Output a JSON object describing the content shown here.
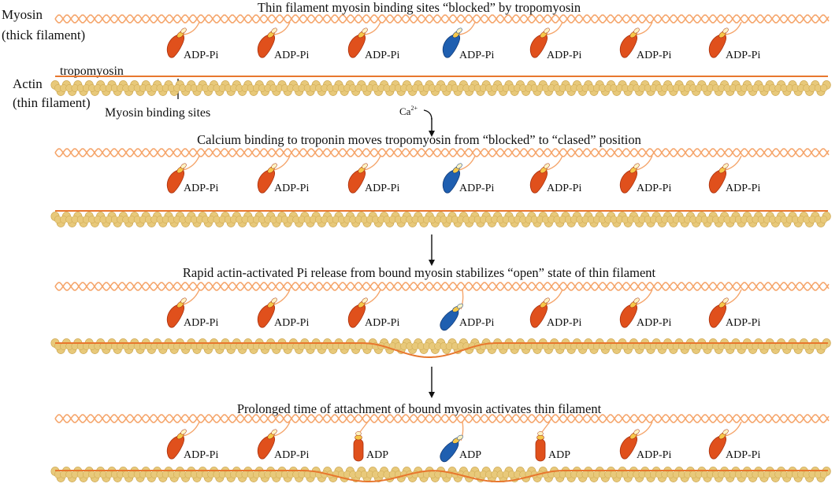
{
  "labels": {
    "myosin": "Myosin",
    "thick_filament": "(thick filament)",
    "actin": "Actin",
    "thin_filament": "(thin filament)",
    "tropomyosin": "tropomyosin",
    "binding_sites": "Myosin binding sites",
    "calcium": "Ca",
    "calcium_charge": "2+"
  },
  "panels": [
    {
      "title": "Thin filament myosin binding sites “blocked” by tropomyosin",
      "heads": [
        {
          "label": "ADP-Pi",
          "highlight": false,
          "state": "cocked"
        },
        {
          "label": "ADP-Pi",
          "highlight": false,
          "state": "cocked"
        },
        {
          "label": "ADP-Pi",
          "highlight": false,
          "state": "cocked"
        },
        {
          "label": "ADP-Pi",
          "highlight": true,
          "state": "cocked"
        },
        {
          "label": "ADP-Pi",
          "highlight": false,
          "state": "cocked"
        },
        {
          "label": "ADP-Pi",
          "highlight": false,
          "state": "cocked"
        },
        {
          "label": "ADP-Pi",
          "highlight": false,
          "state": "cocked"
        }
      ]
    },
    {
      "title": "Calcium binding to troponin moves tropomyosin from “blocked” to “clased” position",
      "heads": [
        {
          "label": "ADP-Pi",
          "highlight": false,
          "state": "cocked"
        },
        {
          "label": "ADP-Pi",
          "highlight": false,
          "state": "cocked"
        },
        {
          "label": "ADP-Pi",
          "highlight": false,
          "state": "cocked"
        },
        {
          "label": "ADP-Pi",
          "highlight": true,
          "state": "cocked"
        },
        {
          "label": "ADP-Pi",
          "highlight": false,
          "state": "cocked"
        },
        {
          "label": "ADP-Pi",
          "highlight": false,
          "state": "cocked"
        },
        {
          "label": "ADP-Pi",
          "highlight": false,
          "state": "cocked"
        }
      ]
    },
    {
      "title": "Rapid actin-activated Pi release from bound myosin stabilizes “open” state of thin filament",
      "heads": [
        {
          "label": "ADP-Pi",
          "highlight": false,
          "state": "cocked"
        },
        {
          "label": "ADP-Pi",
          "highlight": false,
          "state": "cocked"
        },
        {
          "label": "ADP-Pi",
          "highlight": false,
          "state": "cocked"
        },
        {
          "label": "ADP-Pi",
          "highlight": true,
          "state": "bound"
        },
        {
          "label": "ADP-Pi",
          "highlight": false,
          "state": "cocked"
        },
        {
          "label": "ADP-Pi",
          "highlight": false,
          "state": "cocked"
        },
        {
          "label": "ADP-Pi",
          "highlight": false,
          "state": "cocked"
        }
      ]
    },
    {
      "title": "Prolonged time of attachment of bound myosin activates thin filament",
      "heads": [
        {
          "label": "ADP-Pi",
          "highlight": false,
          "state": "cocked"
        },
        {
          "label": "ADP-Pi",
          "highlight": false,
          "state": "cocked"
        },
        {
          "label": "ADP",
          "highlight": false,
          "state": "upright"
        },
        {
          "label": "ADP",
          "highlight": true,
          "state": "bound"
        },
        {
          "label": "ADP",
          "highlight": false,
          "state": "upright"
        },
        {
          "label": "ADP-Pi",
          "highlight": false,
          "state": "cocked"
        },
        {
          "label": "ADP-Pi",
          "highlight": false,
          "state": "cocked"
        }
      ]
    }
  ],
  "colors": {
    "thick_filament": "#f5a56b",
    "tropomyosin": "#e8772e",
    "actin_fill": "#e8c97a",
    "actin_edge": "#c9a24a",
    "myosin_head": "#e0501c",
    "myosin_head_dark": "#a8300c",
    "myosin_highlight": "#1f5fb0",
    "myosin_highlight_dark": "#0f3a78",
    "head_neck": "#f6c84a",
    "highlight_text": "#e0201a",
    "text": "#111111"
  }
}
